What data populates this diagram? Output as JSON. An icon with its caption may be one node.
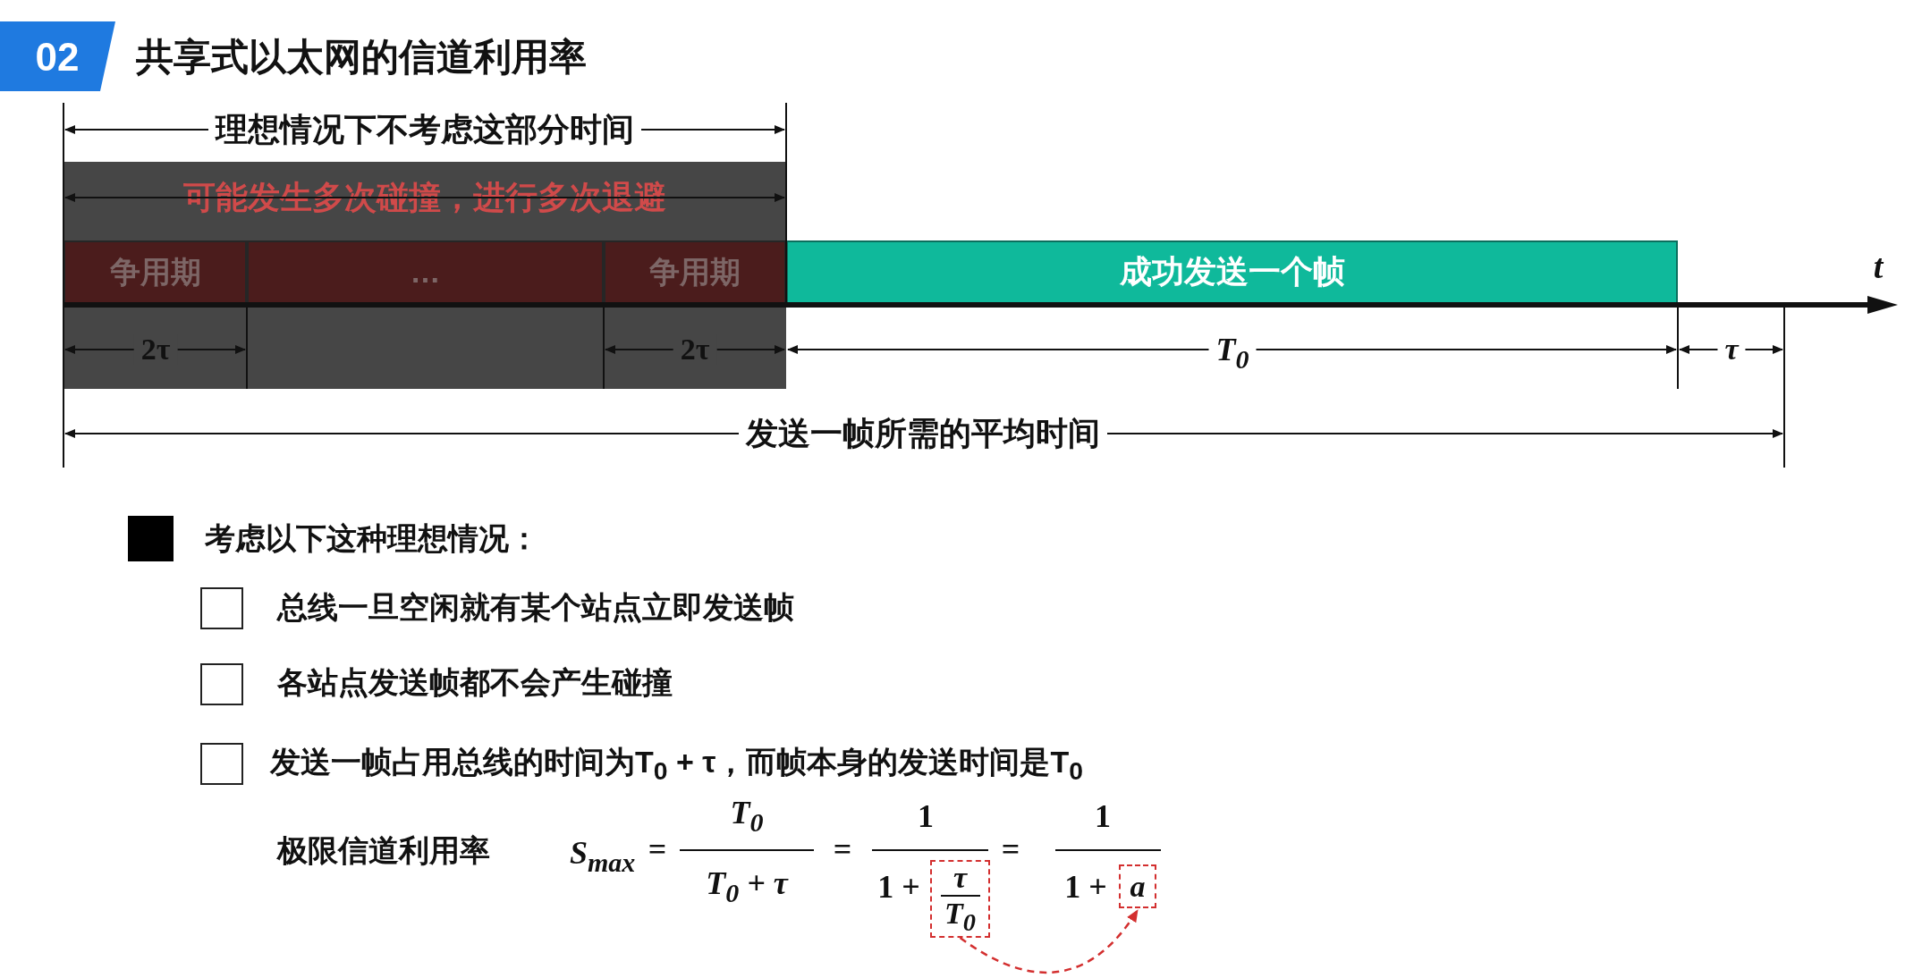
{
  "diagram": {
    "title": "共享式以太网的信道利用率",
    "nodes": [
      {
        "text": [
          "可能发生多次碰撞，进行多次退避"
        ]
      },
      {
        "text": [
          "争用期"
        ],
        "in": 0
      },
      {
        "text": [
          "…"
        ],
        "in": 0
      },
      {
        "text": [
          "争用期"
        ],
        "in": 0
      },
      {
        "text": [
          "成功发送一个帧"
        ]
      },
      {
        "text": [
          "τ",
          "T$_{0}$"
        ]
      },
      {
        "text": [
          "a"
        ]
      }
    ],
    "edges": [
      {
        "from": 5,
        "to": 6,
        "arrow": "to",
        "style": "dashed",
        "color": "#d32f2f"
      }
    ],
    "labels": [
      "02",
      "理想情况下不考虑这部分时间",
      "t",
      "2τ",
      "2τ",
      "T$_{0}$",
      "τ",
      "发送一帧所需的平均时间",
      "考虑以下这种理想情况：",
      "总线一旦空闲就有某个站点立即发送帧",
      "各站点发送帧都不会产生碰撞",
      "发送一帧占用总线的时间为T$_{0}$ + τ，而帧本身的发送时间是T$_{0}$",
      "极限信道利用率",
      "S$_{max}$",
      "=",
      "T$_{0}$",
      "T$_{0}$ + τ",
      "=",
      "1",
      "1 +",
      "=",
      "1",
      "1 +"
    ]
  }
}
